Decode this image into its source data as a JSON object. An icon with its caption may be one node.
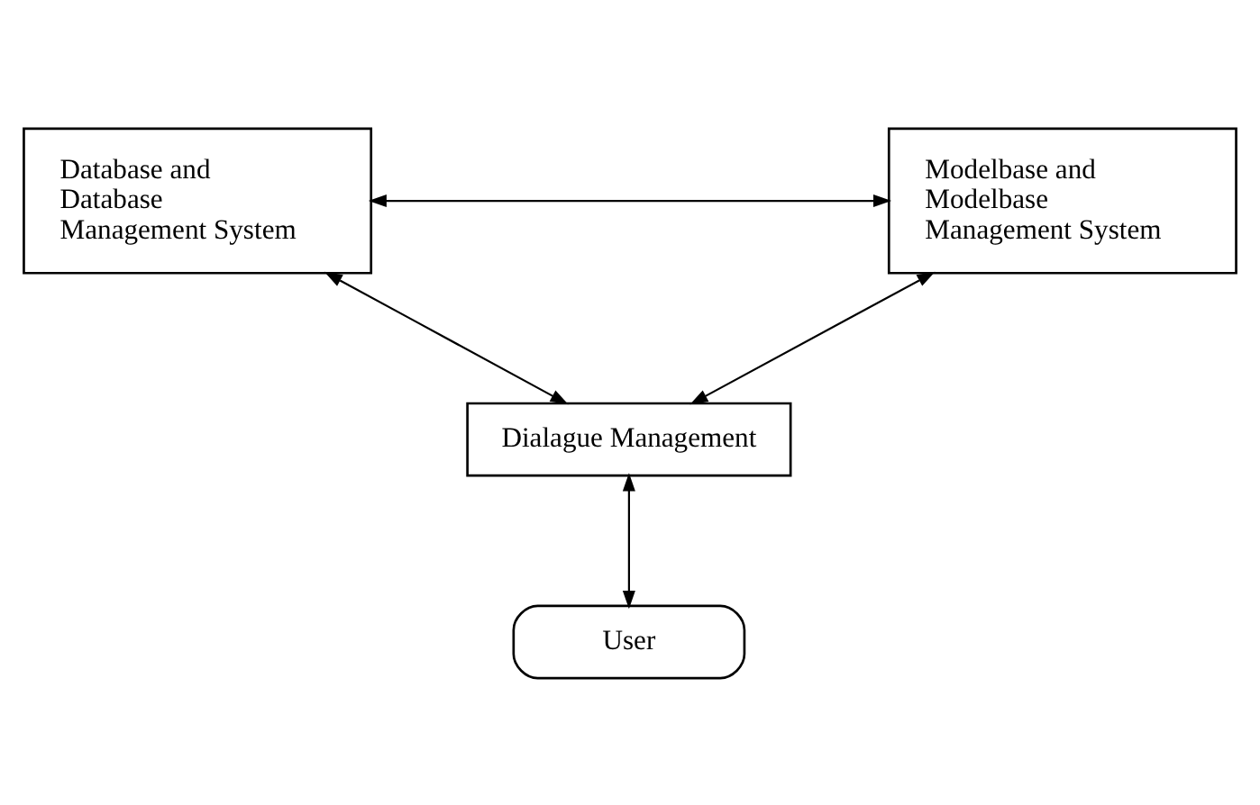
{
  "diagram": {
    "nodes": [
      {
        "text": [
          "Database and Database Management System"
        ]
      },
      {
        "text": [
          "Modelbase and Modelbase Management System"
        ]
      },
      {
        "text": [
          "Dialague Management"
        ]
      },
      {
        "text": [
          "User"
        ]
      }
    ],
    "edges": [
      {
        "from": 0,
        "to": 1,
        "arrow": "both"
      },
      {
        "from": 0,
        "to": 2,
        "arrow": "both"
      },
      {
        "from": 1,
        "to": 2,
        "arrow": "both"
      },
      {
        "from": 2,
        "to": 3,
        "arrow": "both"
      }
    ]
  }
}
